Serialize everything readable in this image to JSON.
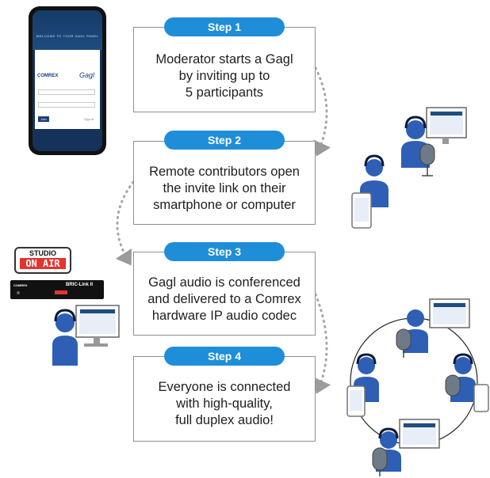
{
  "steps": [
    {
      "label": "Step 1",
      "lines": [
        "Moderator starts a Gagl",
        "by inviting up to",
        "5 participants"
      ]
    },
    {
      "label": "Step 2",
      "lines": [
        "Remote contributors open",
        "the invite link on their",
        "smartphone or computer"
      ]
    },
    {
      "label": "Step 3",
      "lines": [
        "Gagl audio is conferenced",
        "and delivered to a Comrex",
        "hardware IP audio codec"
      ]
    },
    {
      "label": "Step 4",
      "lines": [
        "Everyone is connected",
        "with high-quality,",
        "full duplex audio!"
      ]
    }
  ],
  "phone": {
    "header": "WELCOME TO YOUR GAGL PANEL",
    "brand_left": "COMREX",
    "brand_right": "Gagl",
    "button": "Join",
    "link": "Sign in"
  },
  "studio_sign": {
    "top": "STUDIO",
    "bottom": "ON AIR"
  },
  "codec": {
    "brand": "COMREX",
    "model": "BRIC-Link II"
  },
  "colors": {
    "accent": "#1f8ed8",
    "person": "#2e5fb5",
    "dark": "#0d1a3a",
    "onair": "#e3342f"
  }
}
